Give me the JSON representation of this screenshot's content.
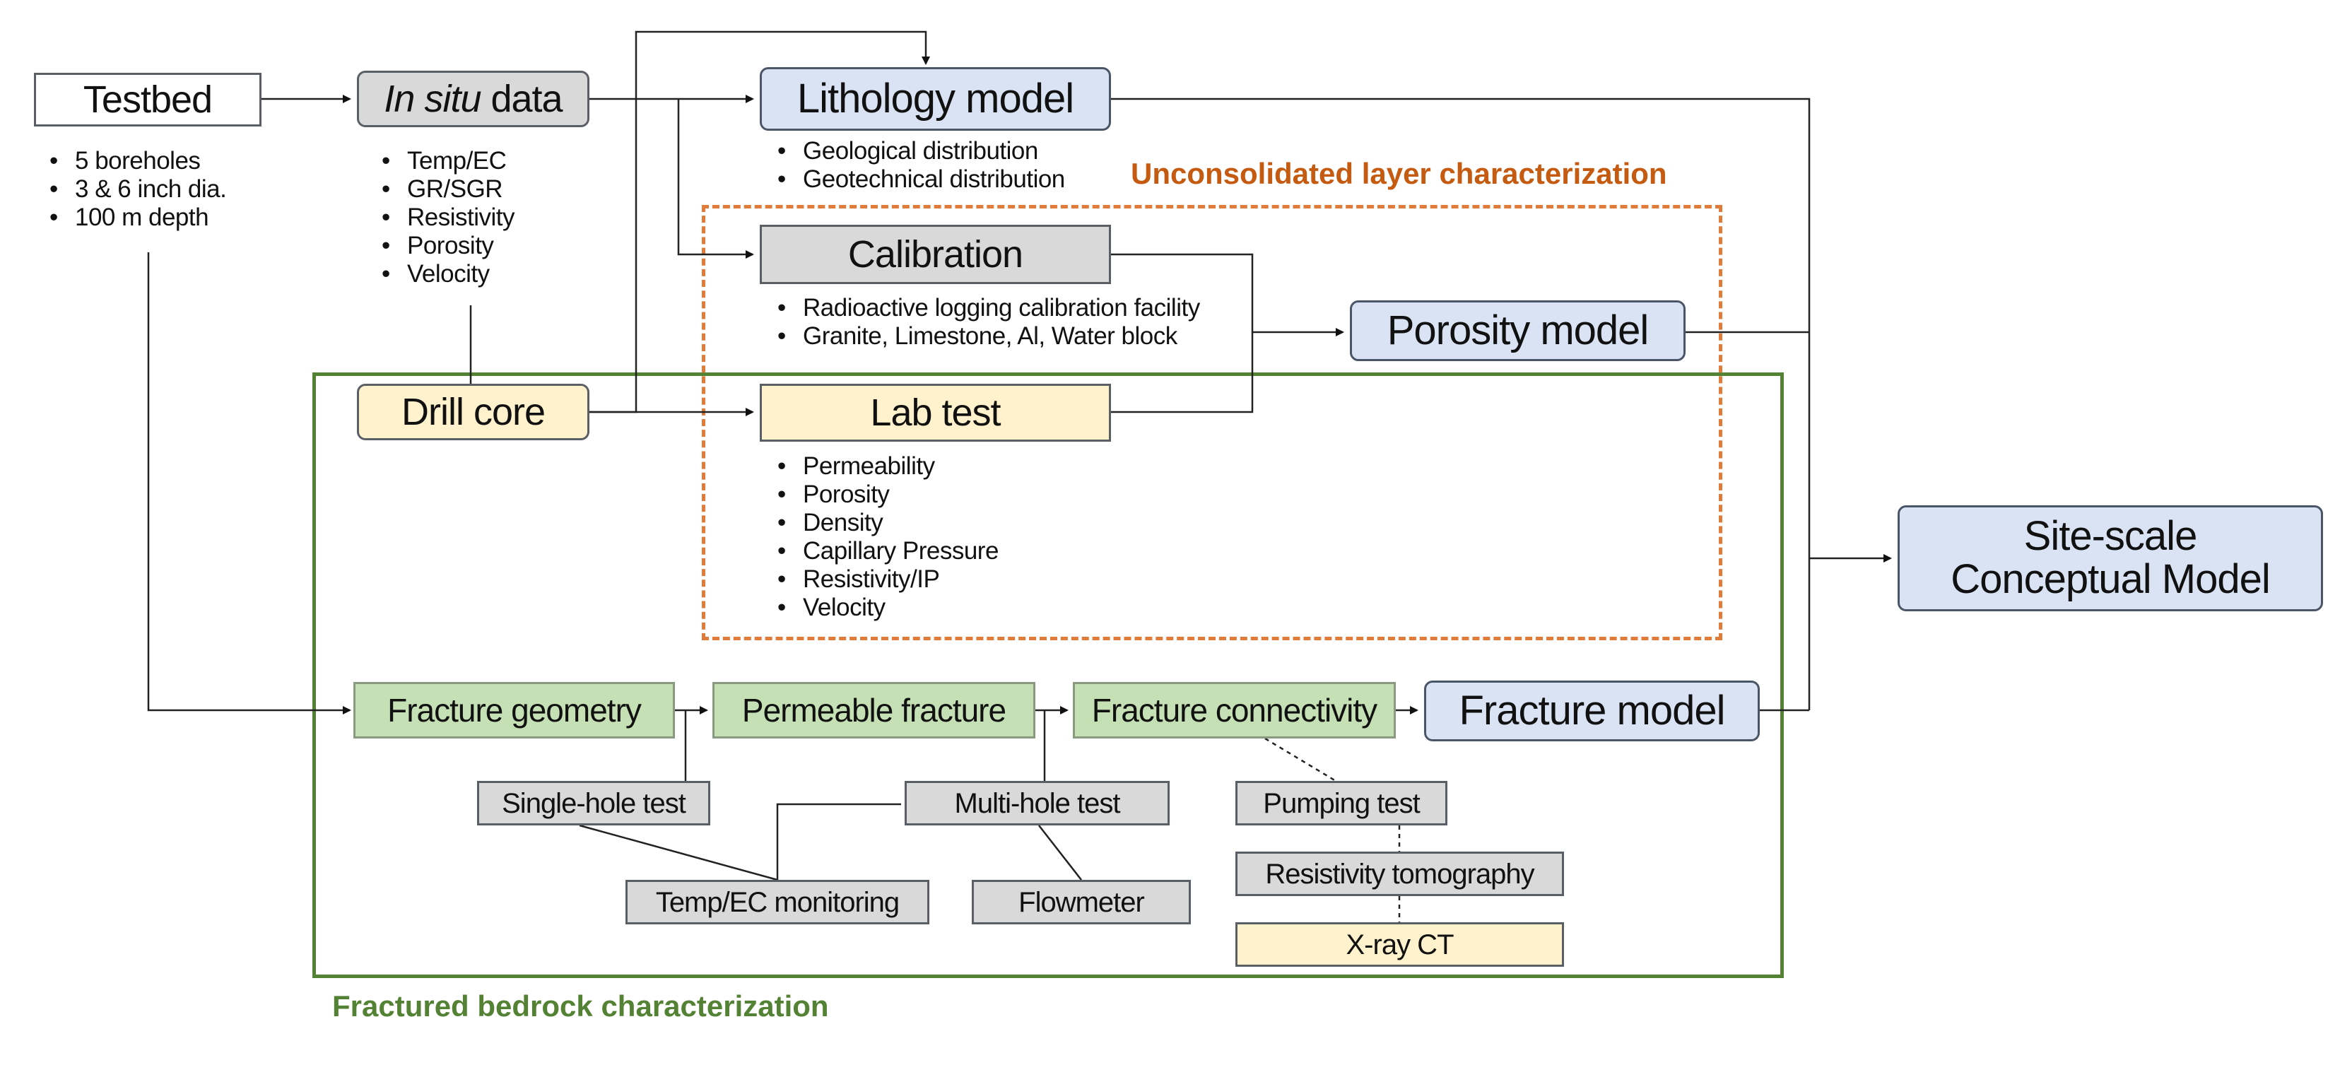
{
  "nodes": {
    "testbed": "Testbed",
    "insitu": {
      "italic": "In situ",
      "rest": " data"
    },
    "lithology": "Lithology model",
    "calibration": "Calibration",
    "porosity_model": "Porosity model",
    "drill_core": "Drill core",
    "lab_test": "Lab test",
    "site_scale": {
      "line1": "Site-scale",
      "line2": "Conceptual Model"
    },
    "fracture_geometry": "Fracture geometry",
    "permeable_fracture": "Permeable fracture",
    "fracture_connectivity": "Fracture connectivity",
    "fracture_model": "Fracture model",
    "single_hole": "Single-hole test",
    "multi_hole": "Multi-hole test",
    "pumping": "Pumping test",
    "temp_ec_monitoring": "Temp/EC monitoring",
    "flowmeter": "Flowmeter",
    "resistivity_tomography": "Resistivity tomography",
    "xray_ct": "X-ray CT"
  },
  "lists": {
    "testbed": [
      "5 boreholes",
      "3 & 6 inch dia.",
      "100 m depth"
    ],
    "insitu": [
      "Temp/EC",
      "GR/SGR",
      "Resistivity",
      "Porosity",
      "Velocity"
    ],
    "lithology": [
      "Geological distribution",
      "Geotechnical distribution"
    ],
    "calibration": [
      "Radioactive logging calibration facility",
      "Granite, Limestone, Al, Water block"
    ],
    "lab_test": [
      "Permeability",
      "Porosity",
      "Density",
      "Capillary Pressure",
      "Resistivity/IP",
      "Velocity"
    ]
  },
  "regions": {
    "unconsolidated": "Unconsolidated layer characterization",
    "fractured": "Fractured bedrock characterization"
  },
  "colors": {
    "grey_box": "#d9d9d9",
    "blue_box": "#dae3f3",
    "yellow_box": "#fff2cc",
    "green_box": "#c5e0b4",
    "orange_region": "#e07b39",
    "green_region": "#548235"
  }
}
